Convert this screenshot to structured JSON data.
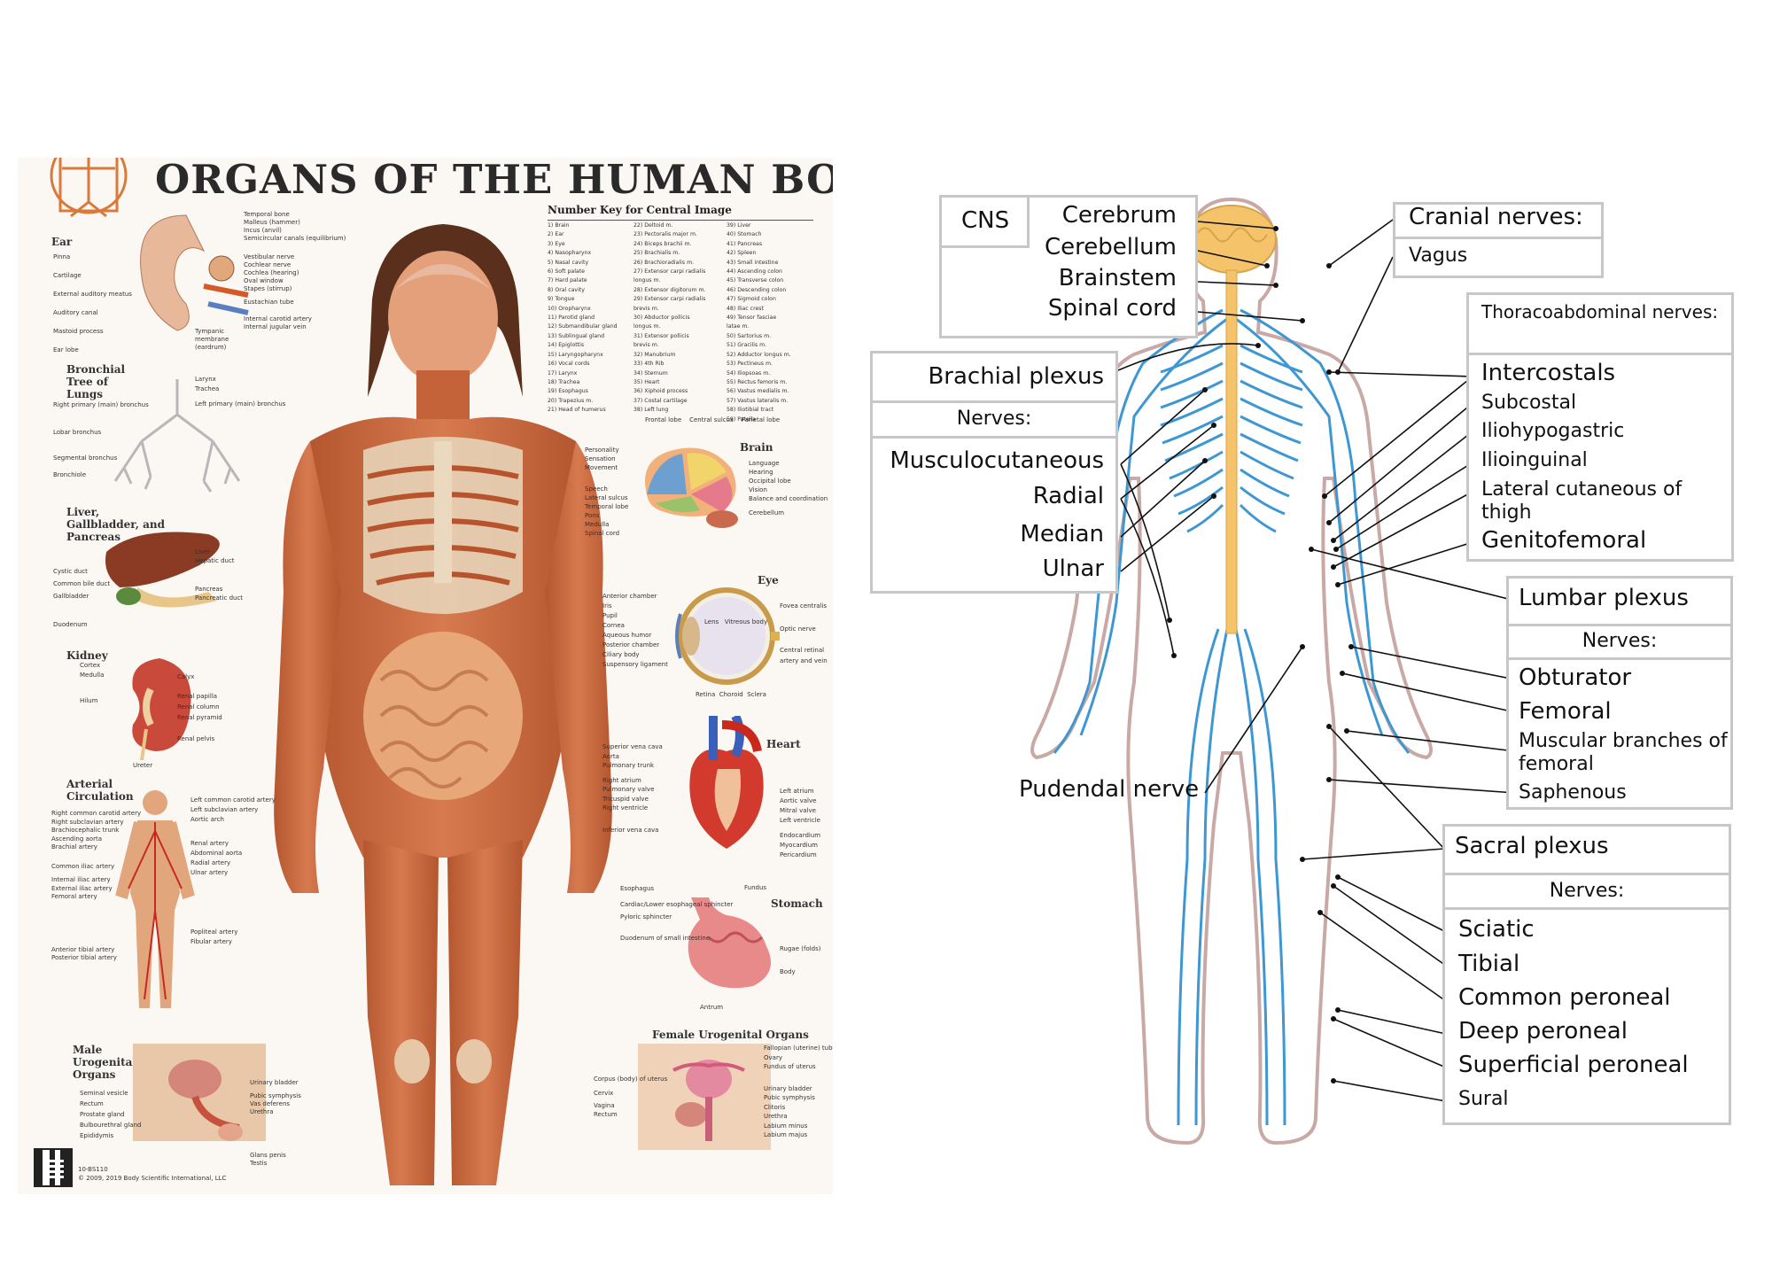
{
  "poster": {
    "title": "ORGANS OF THE HUMAN BODY",
    "key_title": "Number Key for Central Image",
    "key": [
      [
        "1) Brain",
        "2) Ear",
        "3) Eye",
        "4) Nasopharynx",
        "5) Nasal cavity",
        "6) Soft palate",
        "7) Hard palate",
        "8) Oral cavity",
        "9) Tongue",
        "10) Oropharynx",
        "11) Parotid gland",
        "12) Submandibular gland",
        "13) Sublingual gland",
        "14) Epiglottis",
        "15) Laryngopharynx",
        "16) Vocal cords",
        "17) Larynx",
        "18) Trachea",
        "19) Esophagus",
        "20) Trapezius m.",
        "21) Head of humerus"
      ],
      [
        "22) Deltoid m.",
        "23) Pectoralis major m.",
        "24) Biceps brachii m.",
        "25) Brachialis m.",
        "26) Brachioradialis m.",
        "27) Extensor carpi radialis",
        "     longus m.",
        "28) Extensor digitorum m.",
        "29) Extensor carpi radialis",
        "     brevis m.",
        "30) Abductor pollicis",
        "     longus m.",
        "31) Extensor pollicis",
        "     brevis m.",
        "32) Manubrium",
        "33) 4th Rib",
        "34) Sternum",
        "35) Heart",
        "36) Xiphoid process",
        "37) Costal cartilage",
        "38) Left lung"
      ],
      [
        "39) Liver",
        "40) Stomach",
        "41) Pancreas",
        "42) Spleen",
        "43) Small intestine",
        "44) Ascending colon",
        "45) Transverse colon",
        "46) Descending colon",
        "47) Sigmoid colon",
        "48) Iliac crest",
        "49) Tensor fasciae",
        "     latae m.",
        "50) Sartorius m.",
        "51) Gracilis m.",
        "52) Adductor longus m.",
        "53) Pectineus m.",
        "54) Iliopsoas m.",
        "55) Rectus femoris m.",
        "56) Vastus medialis m.",
        "57) Vastus lateralis m.",
        "58) Iliotibial tract",
        "59) Patella"
      ]
    ],
    "sections": {
      "ear": "Ear",
      "ear_labels": [
        "Temporal bone",
        "Malleus (hammer)",
        "Incus (anvil)",
        "Semicircular canals (equilibrium)",
        "Vestibular nerve",
        "Cochlear nerve",
        "Cochlea (hearing)",
        "Oval window",
        "Stapes (stirrup)",
        "Eustachian tube",
        "Internal carotid artery",
        "Internal jugular vein",
        "Pinna",
        "Cartilage",
        "External auditory meatus",
        "Auditory canal",
        "Mastoid process",
        "Ear lobe",
        "Tympanic membrane (eardrum)"
      ],
      "lungs": "Bronchial Tree of Lungs",
      "lungs_labels": [
        "Larynx",
        "Trachea",
        "Right primary (main) bronchus",
        "Left primary (main) bronchus",
        "Lobar bronchus",
        "Segmental bronchus",
        "Bronchiole"
      ],
      "liver": "Liver, Gallbladder, and Pancreas",
      "liver_labels": [
        "Liver",
        "Hepatic duct",
        "Cystic duct",
        "Common bile duct",
        "Gallbladder",
        "Pancreas",
        "Pancreatic duct",
        "Duodenum"
      ],
      "kidney": "Kidney",
      "kidney_labels": [
        "Cortex",
        "Medulla",
        "Calyx",
        "Hilum",
        "Renal papilla",
        "Renal column",
        "Renal pyramid",
        "Renal pelvis",
        "Ureter"
      ],
      "arterial": "Arterial Circulation",
      "arterial_labels_left": [
        "Right common carotid artery",
        "Right subclavian artery",
        "Brachiocephalic trunk",
        "Ascending aorta",
        "Brachial artery",
        "Common iliac artery",
        "Internal iliac artery",
        "External iliac artery",
        "Femoral artery",
        "Anterior tibial artery",
        "Posterior tibial artery"
      ],
      "arterial_labels_right": [
        "Left common carotid artery",
        "Left subclavian artery",
        "Aortic arch",
        "Renal artery",
        "Abdominal aorta",
        "Radial artery",
        "Ulnar artery",
        "Popliteal artery",
        "Fibular artery"
      ],
      "male": "Male Urogenital Organs",
      "male_labels": [
        "Seminal vesicle",
        "Rectum",
        "Prostate gland",
        "Bulbourethral gland",
        "Epididymis",
        "Urinary bladder",
        "Pubic symphysis",
        "Vas deferens",
        "Urethra",
        "Glans penis",
        "Testis"
      ],
      "brain": "Brain",
      "brain_labels": [
        "Frontal lobe",
        "Central sulcus",
        "Parietal lobe",
        "Personality",
        "Sensation",
        "Movement",
        "Speech",
        "Lateral sulcus",
        "Temporal lobe",
        "Pons",
        "Medulla",
        "Spinal cord",
        "Language",
        "Hearing",
        "Occipital lobe",
        "Vision",
        "Balance and coordination",
        "Cerebellum"
      ],
      "eye": "Eye",
      "eye_labels": [
        "Anterior chamber",
        "Iris",
        "Pupil",
        "Lens",
        "Cornea",
        "Aqueous humor",
        "Posterior chamber",
        "Ciliary body",
        "Suspensory ligament",
        "Retina",
        "Choroid",
        "Sclera",
        "Vitreous body",
        "Fovea centralis",
        "Optic nerve",
        "Central retinal artery and vein"
      ],
      "heart": "Heart",
      "heart_labels": [
        "Superior vena cava",
        "Aorta",
        "Pulmonary trunk",
        "Right atrium",
        "Pulmonary valve",
        "Tricuspid valve",
        "Right ventricle",
        "Inferior vena cava",
        "Left atrium",
        "Aortic valve",
        "Mitral valve",
        "Left ventricle",
        "Endocardium",
        "Myocardium",
        "Pericardium"
      ],
      "stomach": "Stomach",
      "stomach_labels": [
        "Esophagus",
        "Fundus",
        "Cardiac/Lower esophageal sphincter",
        "Pyloric sphincter",
        "Duodenum of small intestine",
        "Rugae (folds)",
        "Body",
        "Antrum"
      ],
      "female": "Female Urogenital Organs",
      "female_labels": [
        "Fallopian (uterine) tube",
        "Ovary",
        "Fundus of uterus",
        "Corpus (body) of uterus",
        "Cervix",
        "Vagina",
        "Rectum",
        "Urinary bladder",
        "Pubic symphysis",
        "Clitoris",
        "Urethra",
        "Labium minus",
        "Labium majus"
      ]
    },
    "footer": [
      "10-BS110",
      "© 2009, 2019 Body Scientific International, LLC"
    ]
  },
  "nervous": {
    "cns": "CNS",
    "cns_items": [
      "Cerebrum",
      "Cerebellum",
      "Brainstem",
      "Spinal cord"
    ],
    "brachial": "Brachial plexus",
    "brachial_nerves_hdr": "Nerves:",
    "brachial_nerves": [
      "Musculocutaneous",
      "Radial",
      "Median",
      "Ulnar"
    ],
    "pudendal": "Pudendal nerve",
    "cranial": "Cranial nerves:",
    "vagus": "Vagus",
    "thoraco": "Thoracoabdominal nerves:",
    "thoraco_items": [
      "Intercostals",
      "Subcostal",
      "Iliohypogastric",
      "Ilioinguinal",
      "Lateral cutaneous of thigh",
      "Genitofemoral"
    ],
    "lumbar": "Lumbar plexus",
    "lumbar_nerves_hdr": "Nerves:",
    "lumbar_nerves": [
      "Obturator",
      "Femoral",
      "Muscular branches of femoral",
      "Saphenous"
    ],
    "sacral": "Sacral plexus",
    "sacral_nerves_hdr": "Nerves:",
    "sacral_nerves": [
      "Sciatic",
      "Tibial",
      "Common peroneal",
      "Deep peroneal",
      "Superficial peroneal",
      "Sural"
    ],
    "colors": {
      "nerve": "#3d97d3",
      "brain": "#f5c46a",
      "outline": "#c9a9a6",
      "box": "#c7c7c7"
    }
  }
}
